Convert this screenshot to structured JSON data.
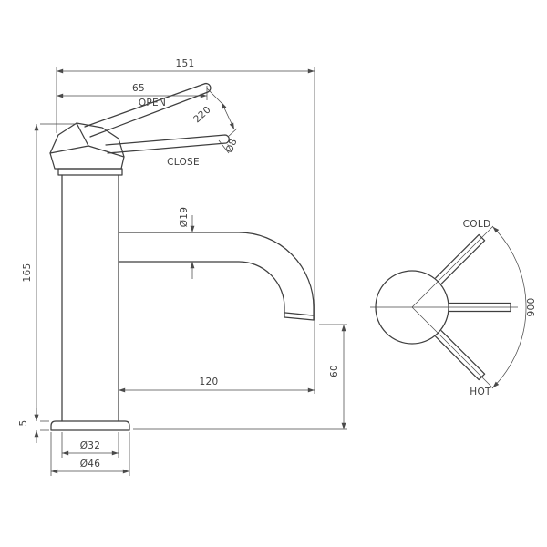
{
  "colors": {
    "background": "#ffffff",
    "line": "#3f3f3f",
    "dimension": "#4a4a4a"
  },
  "side_view": {
    "dim_total_width": "151",
    "dim_handle_offset": "65",
    "label_open": "OPEN",
    "label_close": "CLOSE",
    "dim_lever_travel": "220",
    "dim_lever_diameter": "Ø8",
    "dim_spout_diameter": "Ø19",
    "dim_total_height": "165",
    "dim_spout_reach": "120",
    "dim_outlet_height": "60",
    "dim_base_plate": "5",
    "dim_body_diameter": "Ø32",
    "dim_base_diameter": "Ø46"
  },
  "handle_view": {
    "label_cold": "COLD",
    "label_hot": "HOT",
    "dim_swing_angle": "900"
  }
}
